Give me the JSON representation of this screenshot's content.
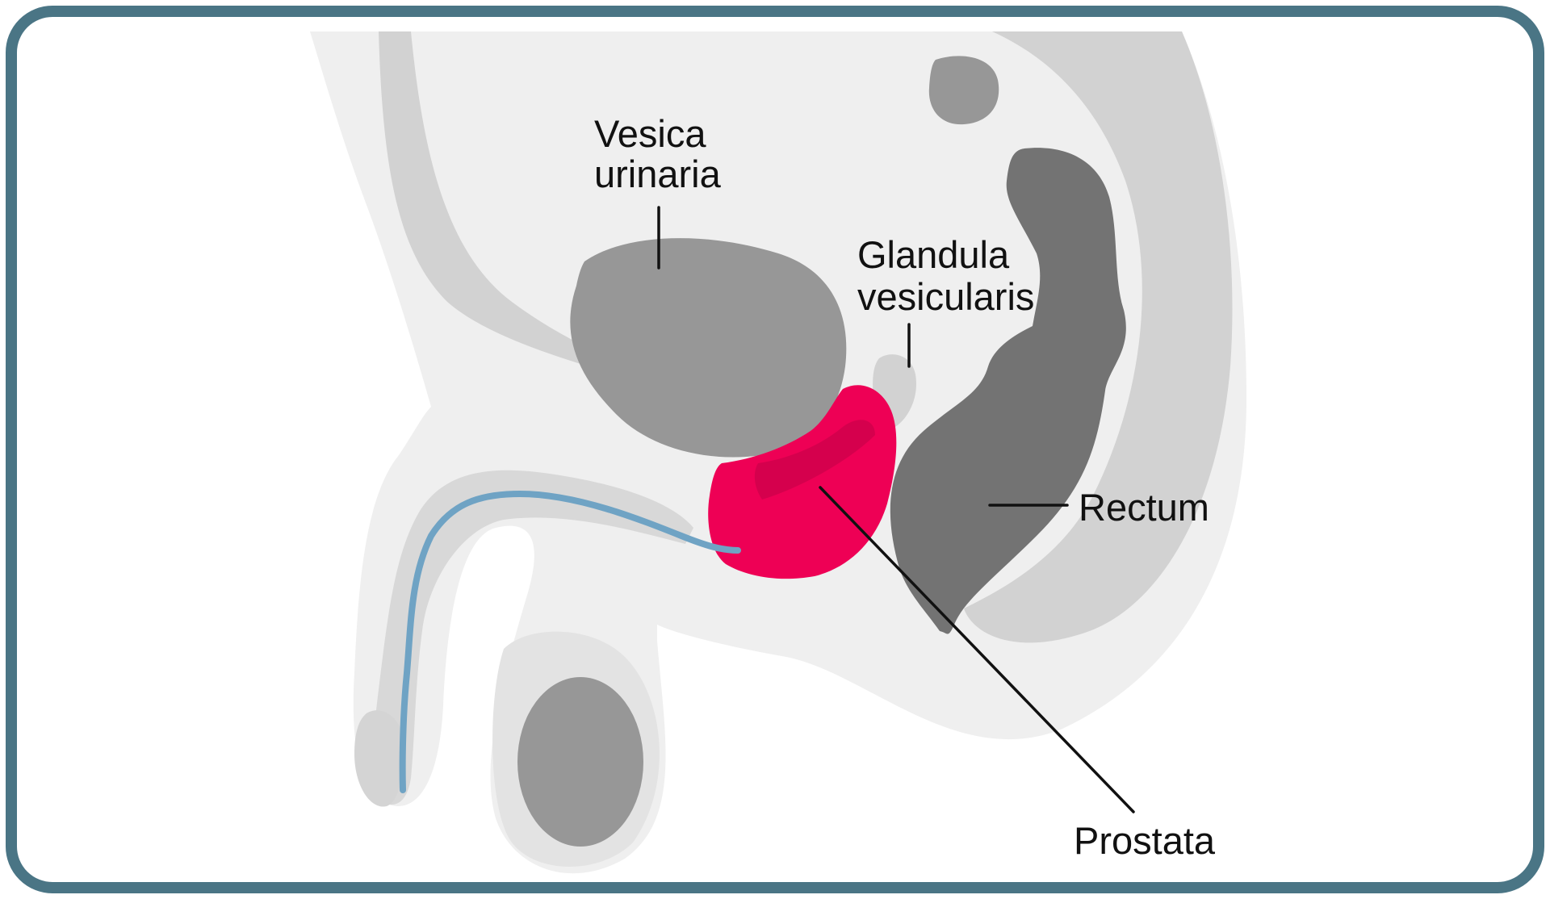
{
  "labels": {
    "bladder": [
      "Vesica",
      "urinaria"
    ],
    "seminal_vesicle": [
      "Glandula",
      "vesicularis"
    ],
    "rectum": "Rectum",
    "prostate": "Prostata"
  },
  "colors": {
    "frame": "#4a7585",
    "body": "#efefef",
    "body_shadow": "#d2d2d2",
    "organ_mid": "#979797",
    "rectum": "#737373",
    "prostate": "#ee0055",
    "urethra": "#6fa3c4",
    "text": "#111111"
  }
}
